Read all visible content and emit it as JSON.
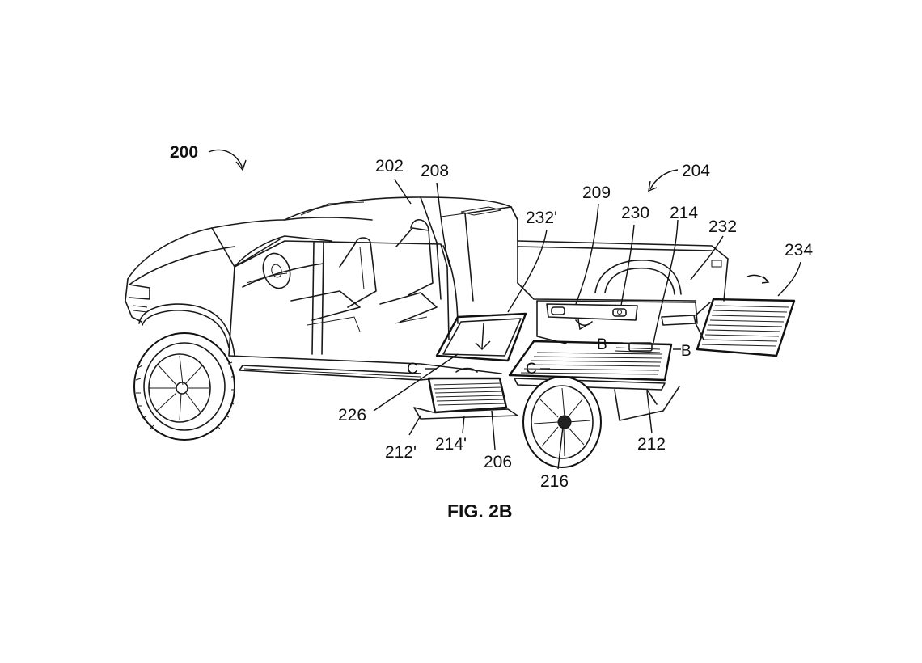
{
  "figure": {
    "caption": "FIG. 2B",
    "reference_labels": {
      "vehicle": "200",
      "cab": "202",
      "bed_assembly": "204",
      "step": "206",
      "pillar": "208",
      "gear_tunnel_door": "209",
      "lower_panel_rear": "212",
      "lower_panel_front": "212'",
      "step_surface_rear": "214",
      "step_surface_front": "214'",
      "rear_wheel": "216",
      "opening": "226",
      "latch": "230",
      "seal_rear": "232",
      "seal_front": "232'",
      "tailgate": "234"
    },
    "section_markers": {
      "b": "B",
      "c": "C"
    }
  }
}
